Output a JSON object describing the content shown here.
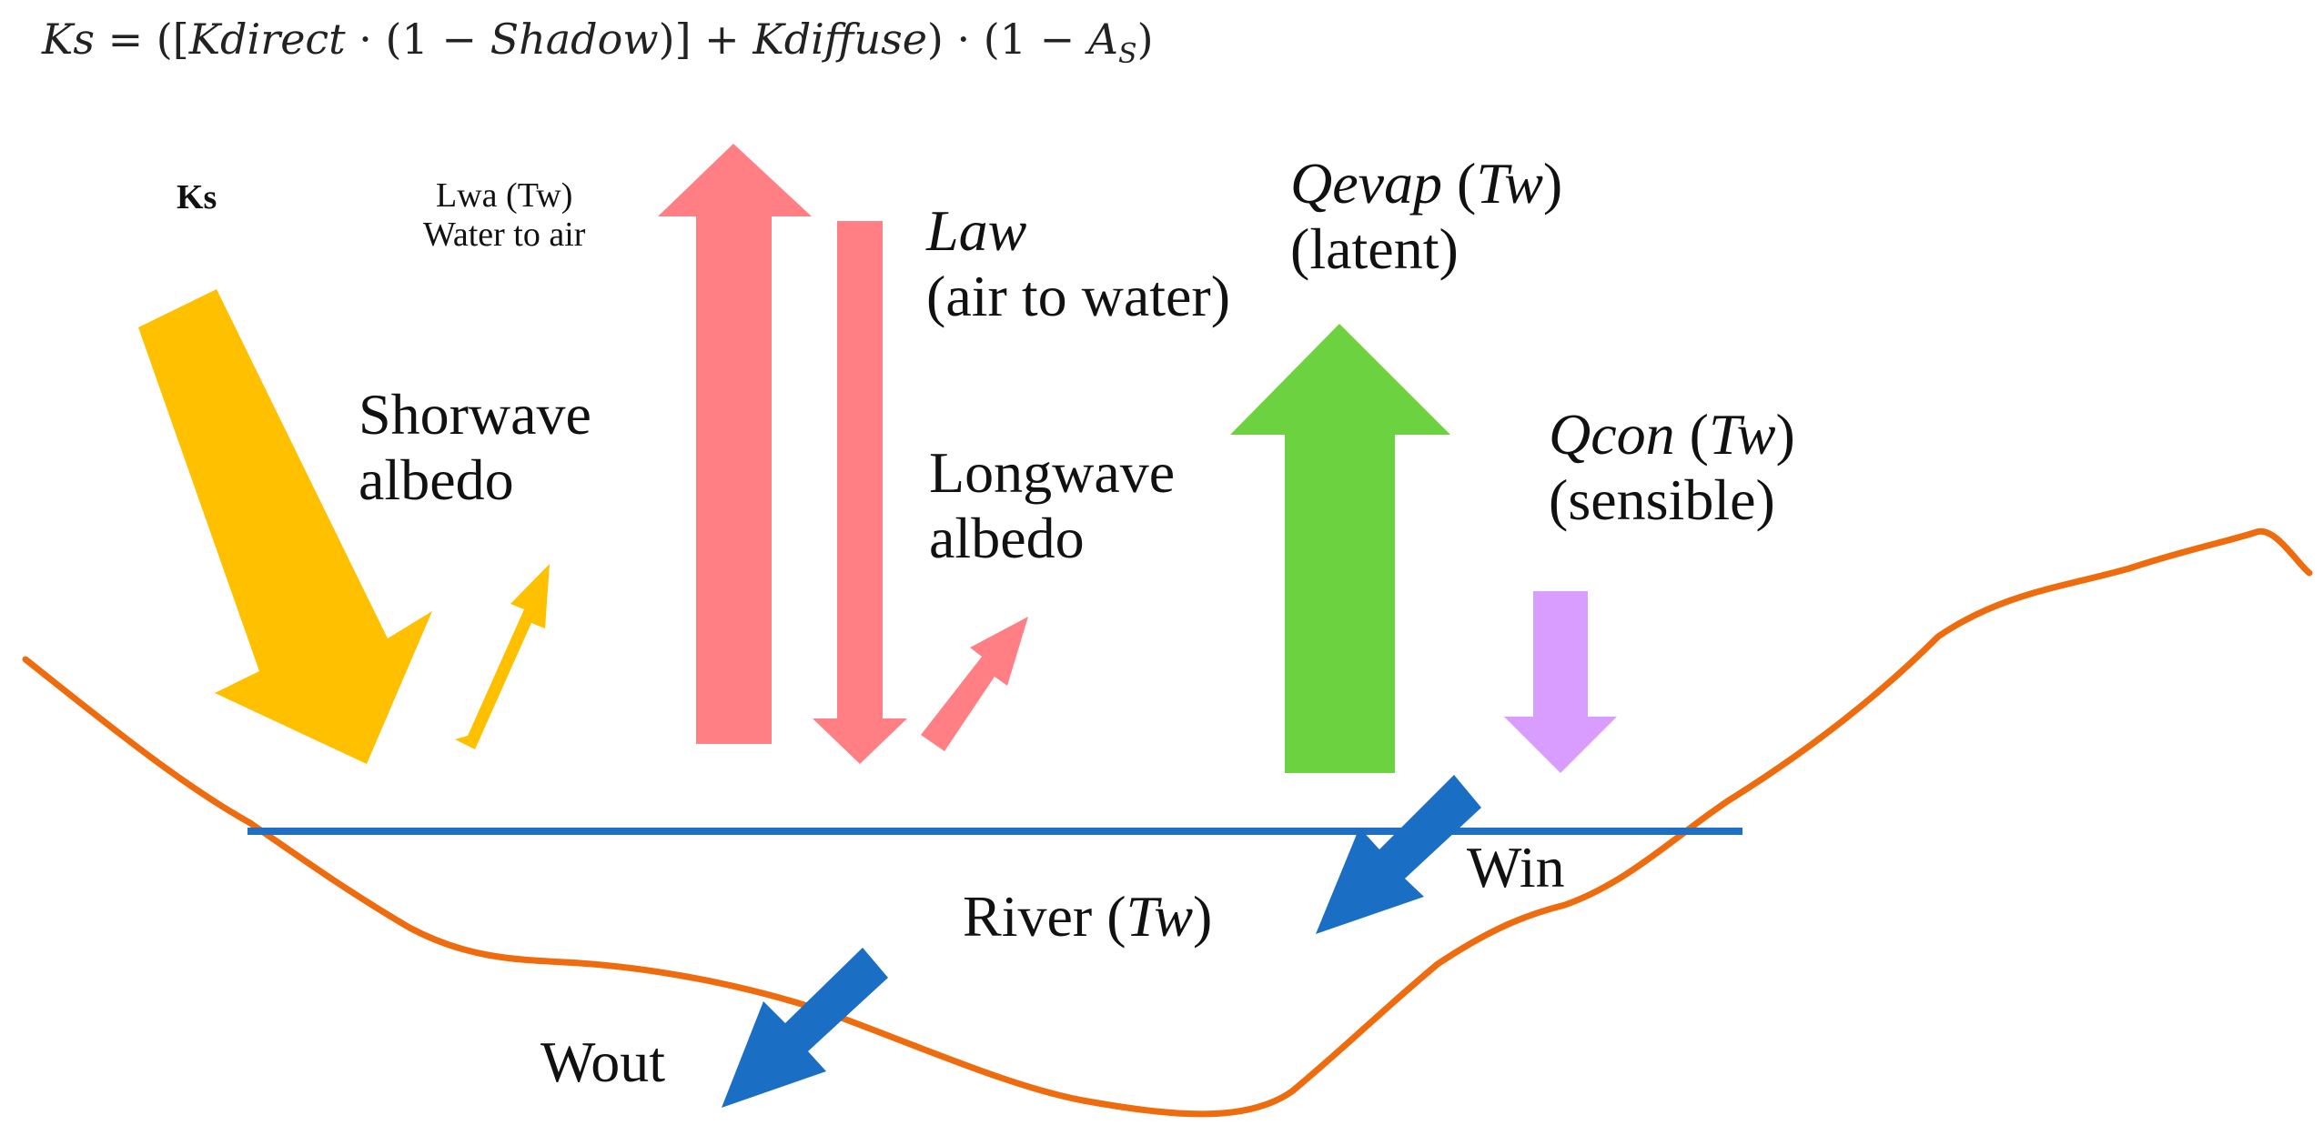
{
  "equation": {
    "lhs": "Ks",
    "eq": "=",
    "open": "([",
    "kdirect": "Kdirect",
    "dot1": "·",
    "open2": "(1 −",
    "shadow": "Shadow",
    "close2": ")]",
    "plus": "+",
    "kdiffuse": "Kdiffuse",
    "close1": ")",
    "dot2": "·",
    "open3": "(1 −",
    "as_main": "A",
    "as_sub": "S",
    "close3": ")"
  },
  "labels": {
    "ks": "Ks",
    "lwa_line1": "Lwa (Tw)",
    "lwa_line2": "Water to air",
    "shortwave_line1": "Shorwave",
    "shortwave_line2": "albedo",
    "law_title": "Law",
    "law_sub": "(air to water)",
    "longwave_line1": "Longwave",
    "longwave_line2": "albedo",
    "qevap_name": "Qevap",
    "qevap_tw": "Tw",
    "qevap_sub": "(latent)",
    "qcon_name": "Qcon",
    "qcon_tw": "Tw",
    "qcon_sub": "(sensible)",
    "win": "Win",
    "river_name": "River",
    "river_tw": "Tw",
    "wout": "Wout"
  },
  "colors": {
    "shortwave": "#FFC000",
    "longwave": "#FF7F84",
    "latent": "#6DD23F",
    "sensible": "#D99CFF",
    "water_flow": "#1A6FC4",
    "water_surface": "#1F6FC5",
    "riverbed": "#EE6B0E"
  }
}
